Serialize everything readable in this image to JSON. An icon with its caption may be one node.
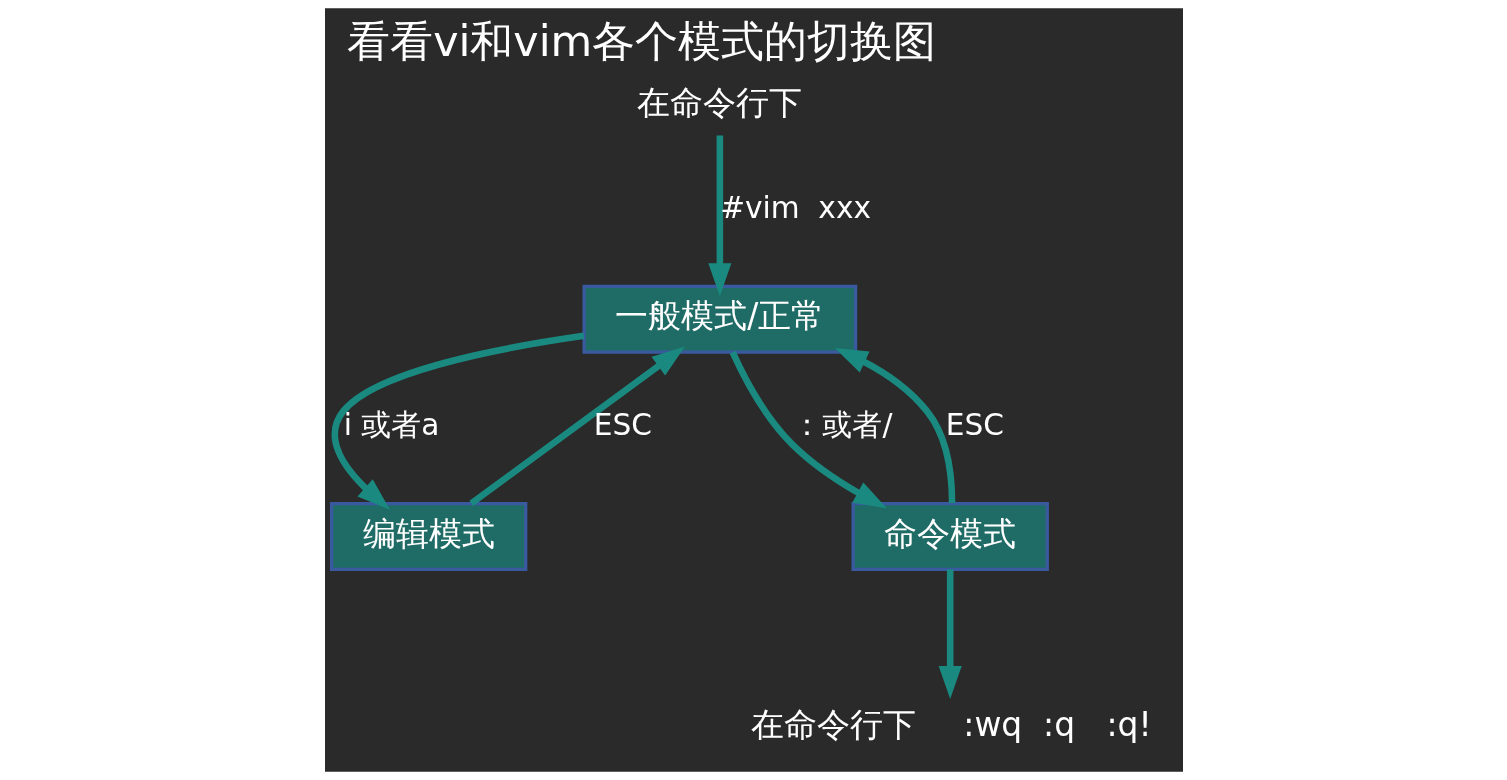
{
  "diagram": {
    "title": "看看vi和vim各个模式的切换图",
    "nodes": [
      {
        "text": [
          "在命令行下"
        ]
      },
      {
        "text": [
          "一般模式/正常"
        ]
      },
      {
        "text": [
          "编辑模式"
        ]
      },
      {
        "text": [
          "命令模式"
        ]
      },
      {
        "text": [
          "在命令行下"
        ],
        "beside": [
          ":wq  :q   :q!"
        ]
      }
    ],
    "edges": [
      {
        "from": 0,
        "to": 1,
        "arrow": "to",
        "label": "#vim  xxx"
      },
      {
        "from": 1,
        "to": 2,
        "arrow": "to",
        "label": "i 或者a"
      },
      {
        "from": 2,
        "to": 1,
        "arrow": "to",
        "label": "ESC"
      },
      {
        "from": 3,
        "to": 1,
        "arrow": "to",
        "label": "ESC"
      },
      {
        "from": 1,
        "to": 3,
        "arrow": "to",
        "label": "：或者/"
      },
      {
        "from": 3,
        "to": 4,
        "arrow": "to"
      }
    ]
  }
}
